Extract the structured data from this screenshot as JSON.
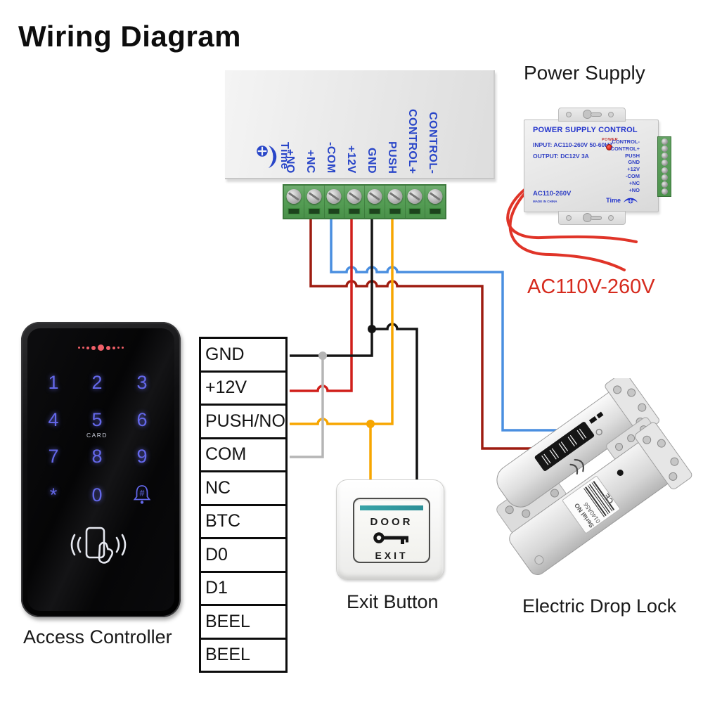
{
  "title": "Wiring Diagram",
  "control_board": {
    "time_label": "Time",
    "terminals": [
      "+NO",
      "+NC",
      "-COM",
      "+12V",
      "GND",
      "PUSH",
      "CONTROL+",
      "CONTROL-"
    ]
  },
  "power_supply": {
    "heading": "Power Supply",
    "panel_title": "POWER SUPPLY CONTROL",
    "input_line": "INPUT: AC110-260V 50-60HZ",
    "output_line": "OUTPUT: DC12V  3A",
    "power_led_label": "POWER",
    "terminals": [
      "CONTROL-",
      "CONTROL+",
      "PUSH",
      "GND",
      "+12V",
      "-COM",
      "+NC",
      "+NO"
    ],
    "time_label": "Time",
    "voltage_label": "AC110-260V",
    "made_in": "MADE IN CHINA",
    "ac_input_label": "AC110V-260V"
  },
  "access_controller": {
    "label": "Access Controller",
    "keys": [
      "1",
      "2",
      "3",
      "4",
      "5",
      "6",
      "7",
      "8",
      "9",
      "*",
      "0",
      "#"
    ],
    "card_label": "CARD"
  },
  "terminal_box": {
    "rows": [
      "GND",
      "+12V",
      "PUSH/NO",
      "COM",
      "NC",
      "BTC",
      "D0",
      "D1",
      "BEEL",
      "BEEL"
    ]
  },
  "exit_button": {
    "label": "Exit Button",
    "line1": "DOOR",
    "line2": "EXIT"
  },
  "drop_lock": {
    "label": "Electric Drop Lock",
    "serial_label": "Serial NO",
    "serial_number": "0140A56",
    "ce_mark": "CE"
  },
  "colors": {
    "wire_dark_red": "#9e1c10",
    "wire_red": "#d01f1a",
    "wire_blue": "#4a8fe0",
    "wire_orange": "#f7a600",
    "wire_black": "#141414",
    "wire_gray": "#b5b5b5",
    "psu_ac_wire_red": "#e03428",
    "ac_label_red": "#d62b1e",
    "board_text_blue": "#2946c8",
    "keypad_blue": "#6468ea",
    "teal_bar": "#2f9fa0",
    "terminal_green": "#57a057"
  }
}
